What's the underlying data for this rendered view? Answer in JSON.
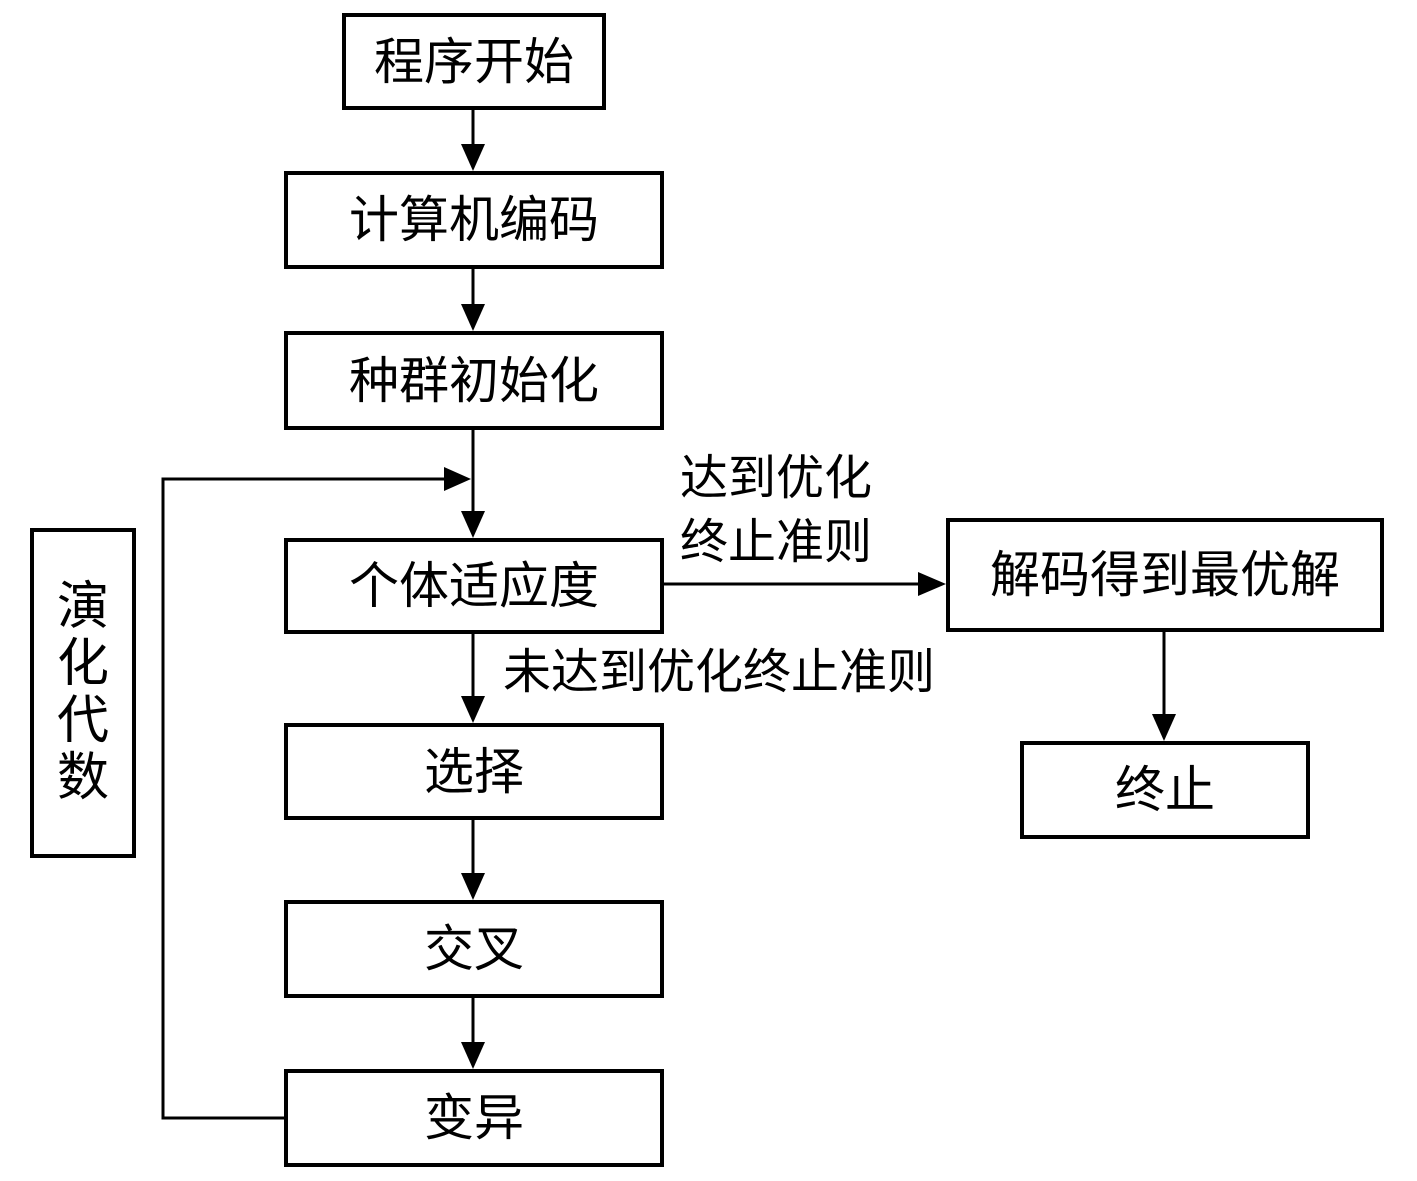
{
  "steps": {
    "start": "程序开始",
    "encode": "计算机编码",
    "init": "种群初始化",
    "fitness": "个体适应度",
    "select": "选择",
    "crossover": "交叉",
    "mutate": "变异",
    "decode": "解码得到最优解",
    "terminate": "终止"
  },
  "side_label": "演化代数",
  "edge_labels": {
    "met_line1": "达到优化",
    "met_line2": "终止准则",
    "not_met": "未达到优化终止准则"
  },
  "colors": {
    "stroke": "#000000",
    "background": "#ffffff"
  }
}
